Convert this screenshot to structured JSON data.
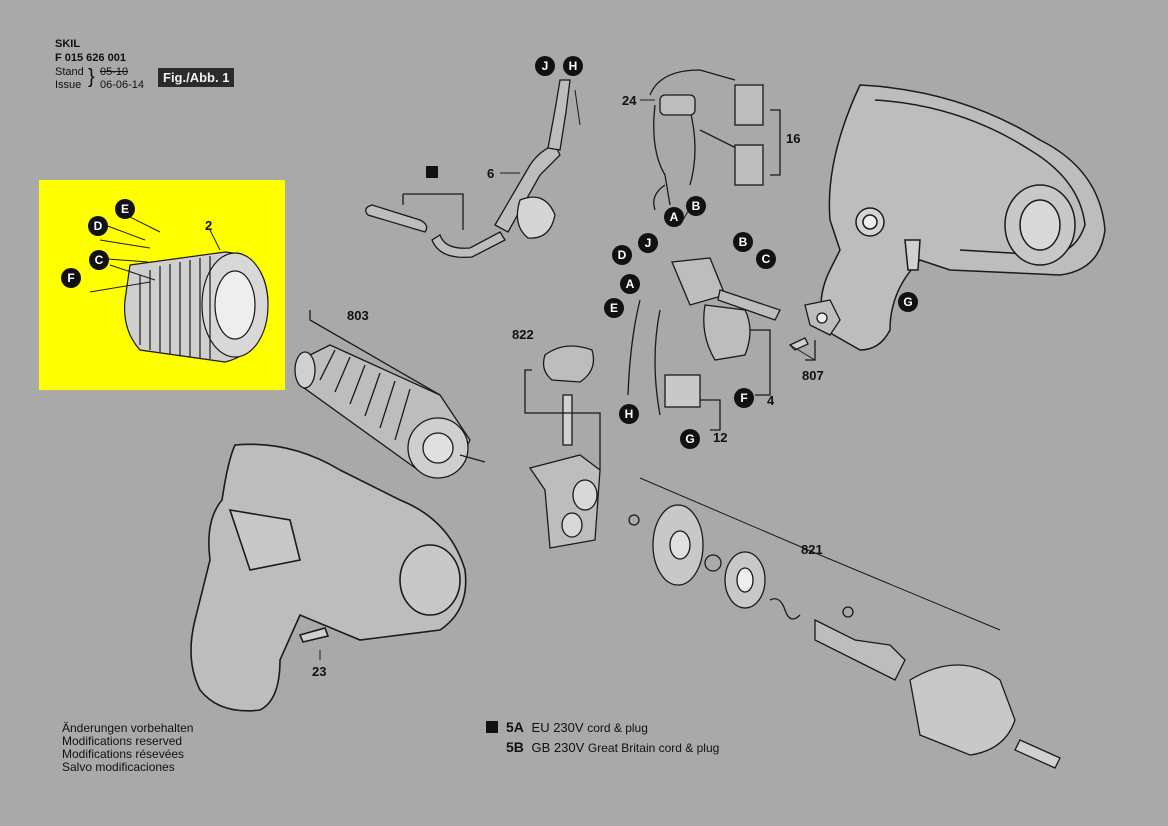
{
  "header": {
    "brand": "SKIL",
    "part_no": "F 015 626 001",
    "stand_label": "Stand",
    "issue_label": "Issue",
    "stand_date": "05-10",
    "issue_date": "06-06-14",
    "fig_label": "Fig./Abb. 1"
  },
  "part_numbers": {
    "p2": "2",
    "p6": "6",
    "p24": "24",
    "p16": "16",
    "p803": "803",
    "p822": "822",
    "p807": "807",
    "p4": "4",
    "p12": "12",
    "p821": "821",
    "p23": "23"
  },
  "callouts": {
    "J": "J",
    "H": "H",
    "A": "A",
    "B": "B",
    "C": "C",
    "D": "D",
    "E": "E",
    "F": "F",
    "G": "G"
  },
  "footer_notes": [
    "Änderungen vorbehalten",
    "Modifications reserved",
    "Modifications résevées",
    "Salvo modificaciones"
  ],
  "legend": [
    {
      "code": "5A",
      "desc": "EU 230V",
      "detail": "cord & plug"
    },
    {
      "code": "5B",
      "desc": "GB 230V",
      "detail": "Great Britain cord & plug"
    }
  ],
  "colors": {
    "background": "#a9a9a9",
    "highlight": "#ffff00",
    "line": "#1a1a1a",
    "part_fill": "#bdbdbd"
  }
}
